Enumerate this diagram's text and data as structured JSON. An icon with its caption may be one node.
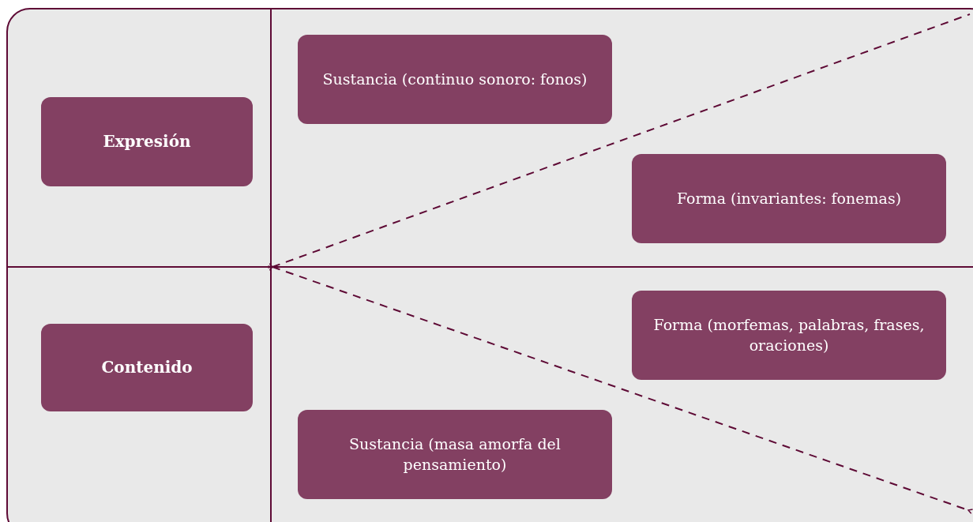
{
  "diagram": {
    "nodes": [
      {
        "text": [
          "Expresión"
        ]
      },
      {
        "text": [
          "Sustancia (continuo sonoro: fonos)"
        ]
      },
      {
        "text": [
          "Forma (invariantes: fonemas)"
        ]
      },
      {
        "text": [
          "Contenido"
        ]
      },
      {
        "text": [
          "Forma (morfemas, palabras, frases, oraciones)"
        ]
      },
      {
        "text": [
          "Sustancia (masa amorfa del pensamiento)"
        ]
      }
    ]
  }
}
